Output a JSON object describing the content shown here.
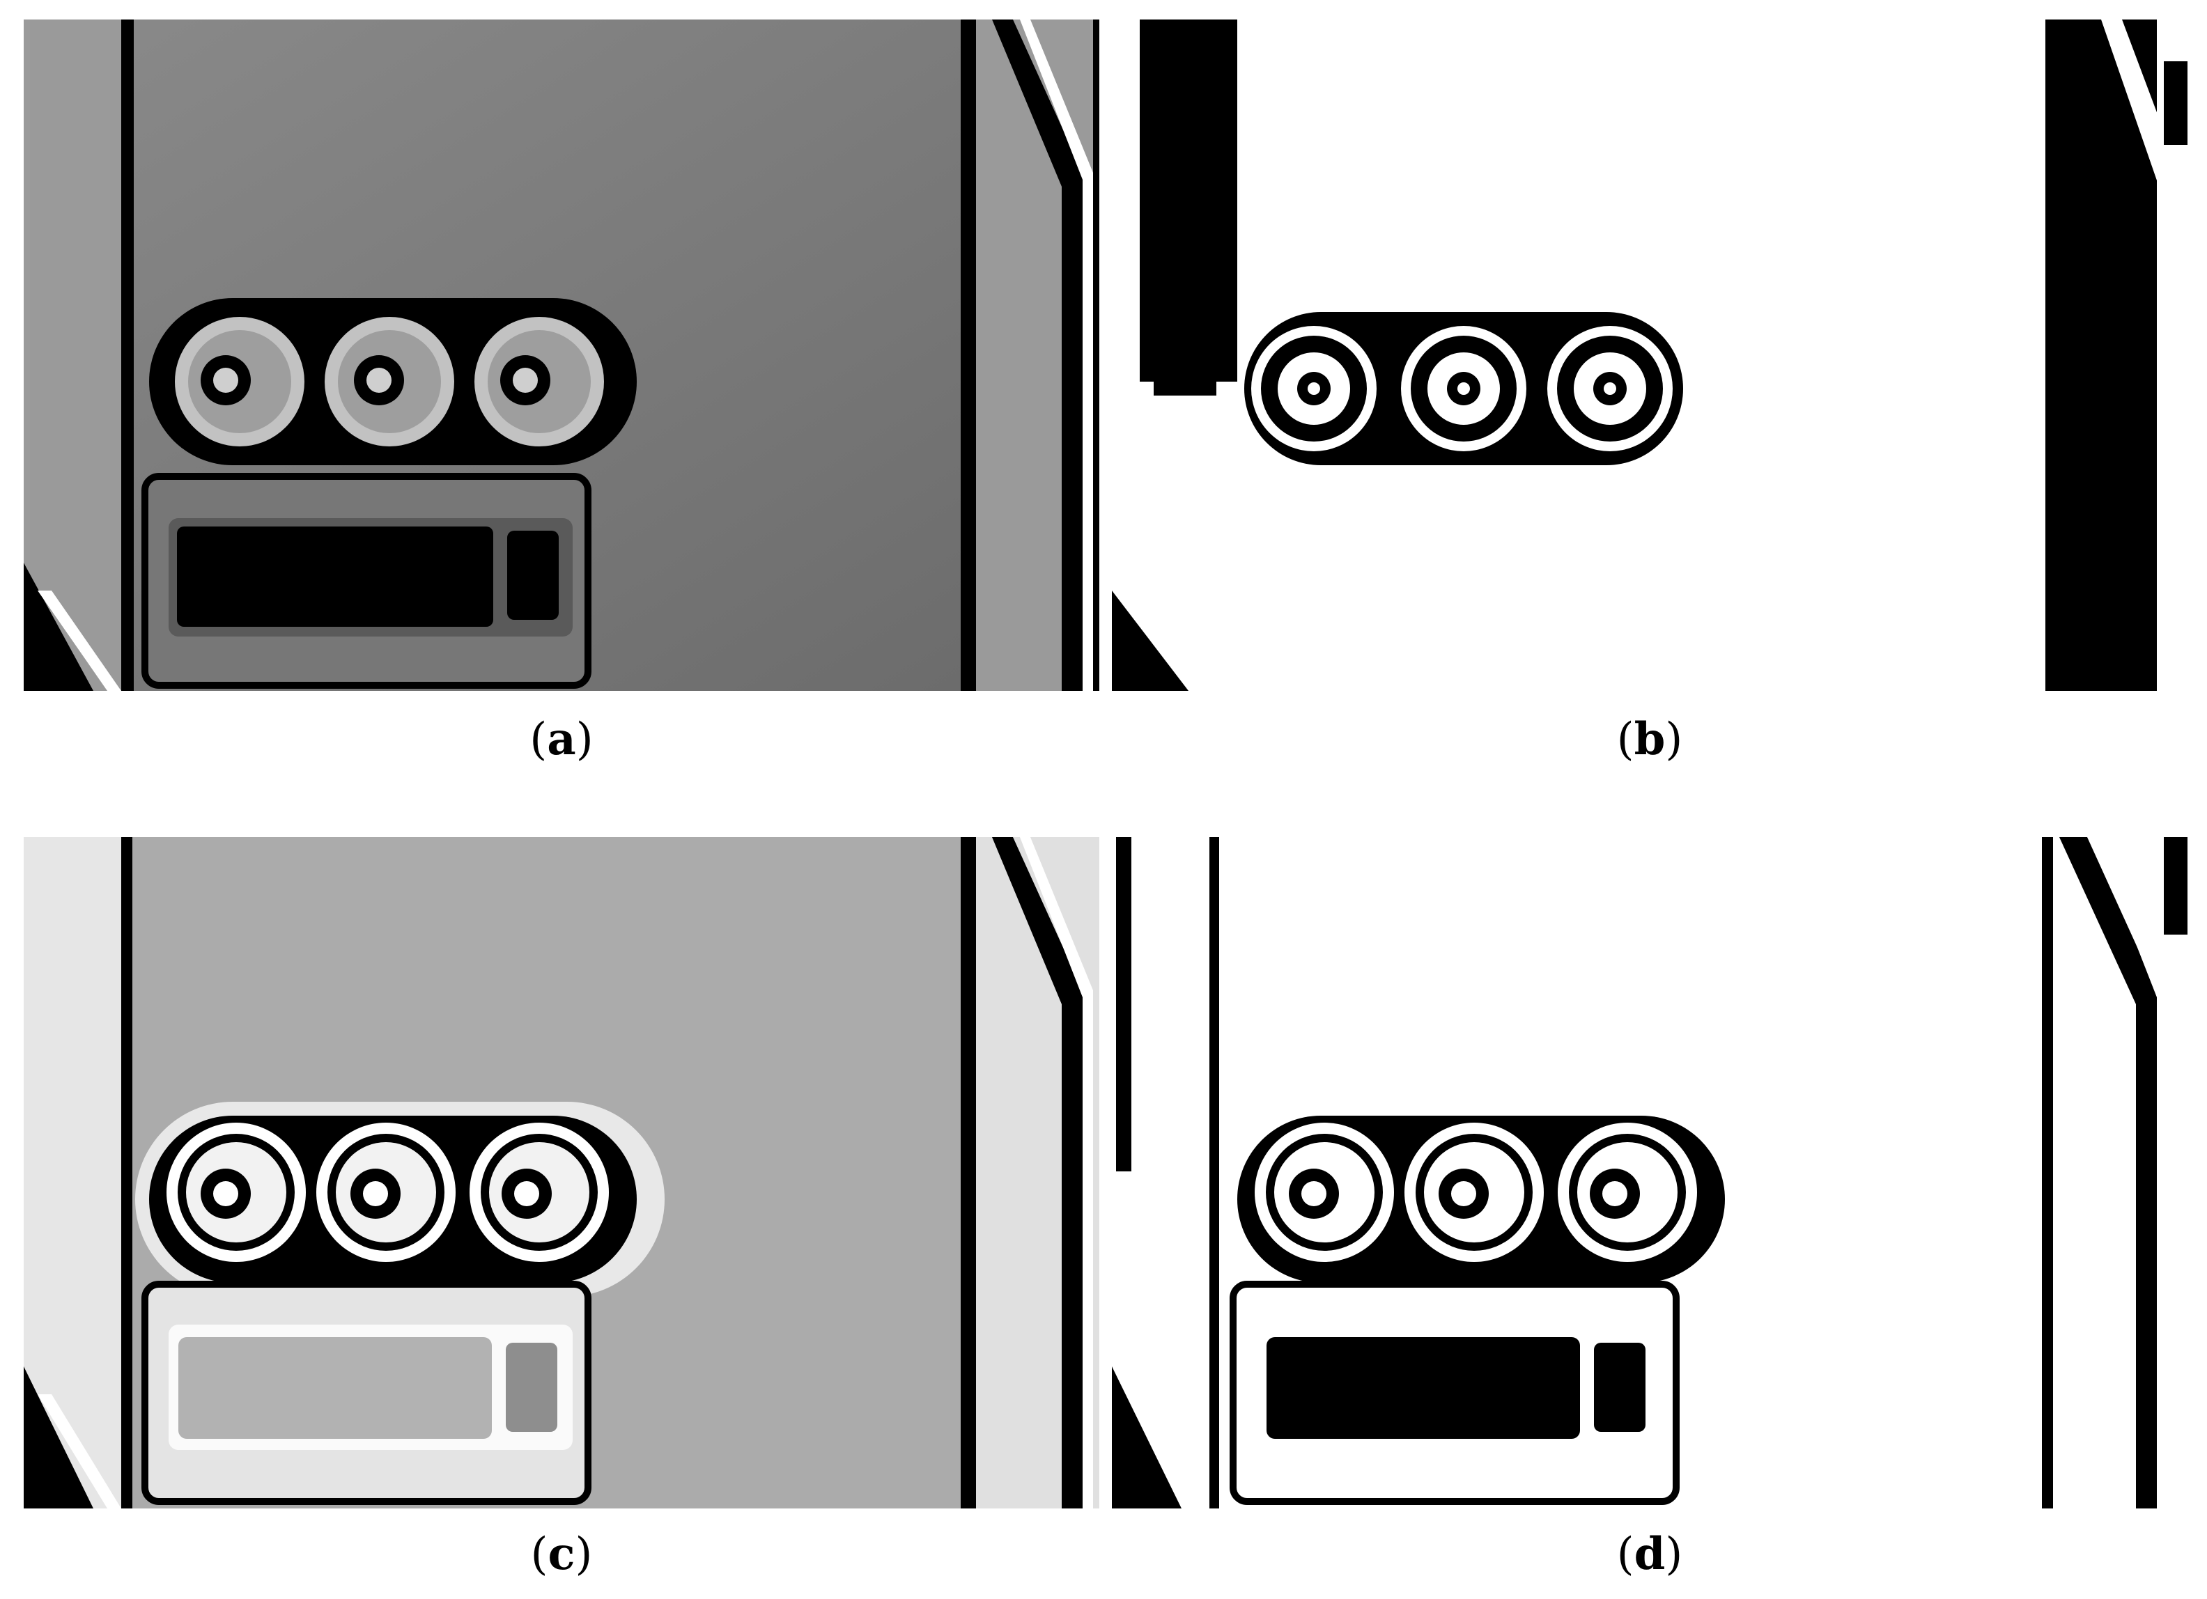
{
  "figure": {
    "panels": [
      {
        "id": "a",
        "caption_letter": "a",
        "style": "dark-gray-depth-map"
      },
      {
        "id": "b",
        "caption_letter": "b",
        "style": "binary-mask-sparse"
      },
      {
        "id": "c",
        "caption_letter": "c",
        "style": "light-gray-depth-map"
      },
      {
        "id": "d",
        "caption_letter": "d",
        "style": "binary-mask-dense"
      }
    ]
  },
  "colors": {
    "black": "#000000",
    "white": "#ffffff",
    "gray_a_background": "#7a7a7a",
    "gray_a_circles": "#bdbdbd",
    "gray_c_background": "#ababab",
    "gray_c_halo": "#e8e8e8"
  }
}
